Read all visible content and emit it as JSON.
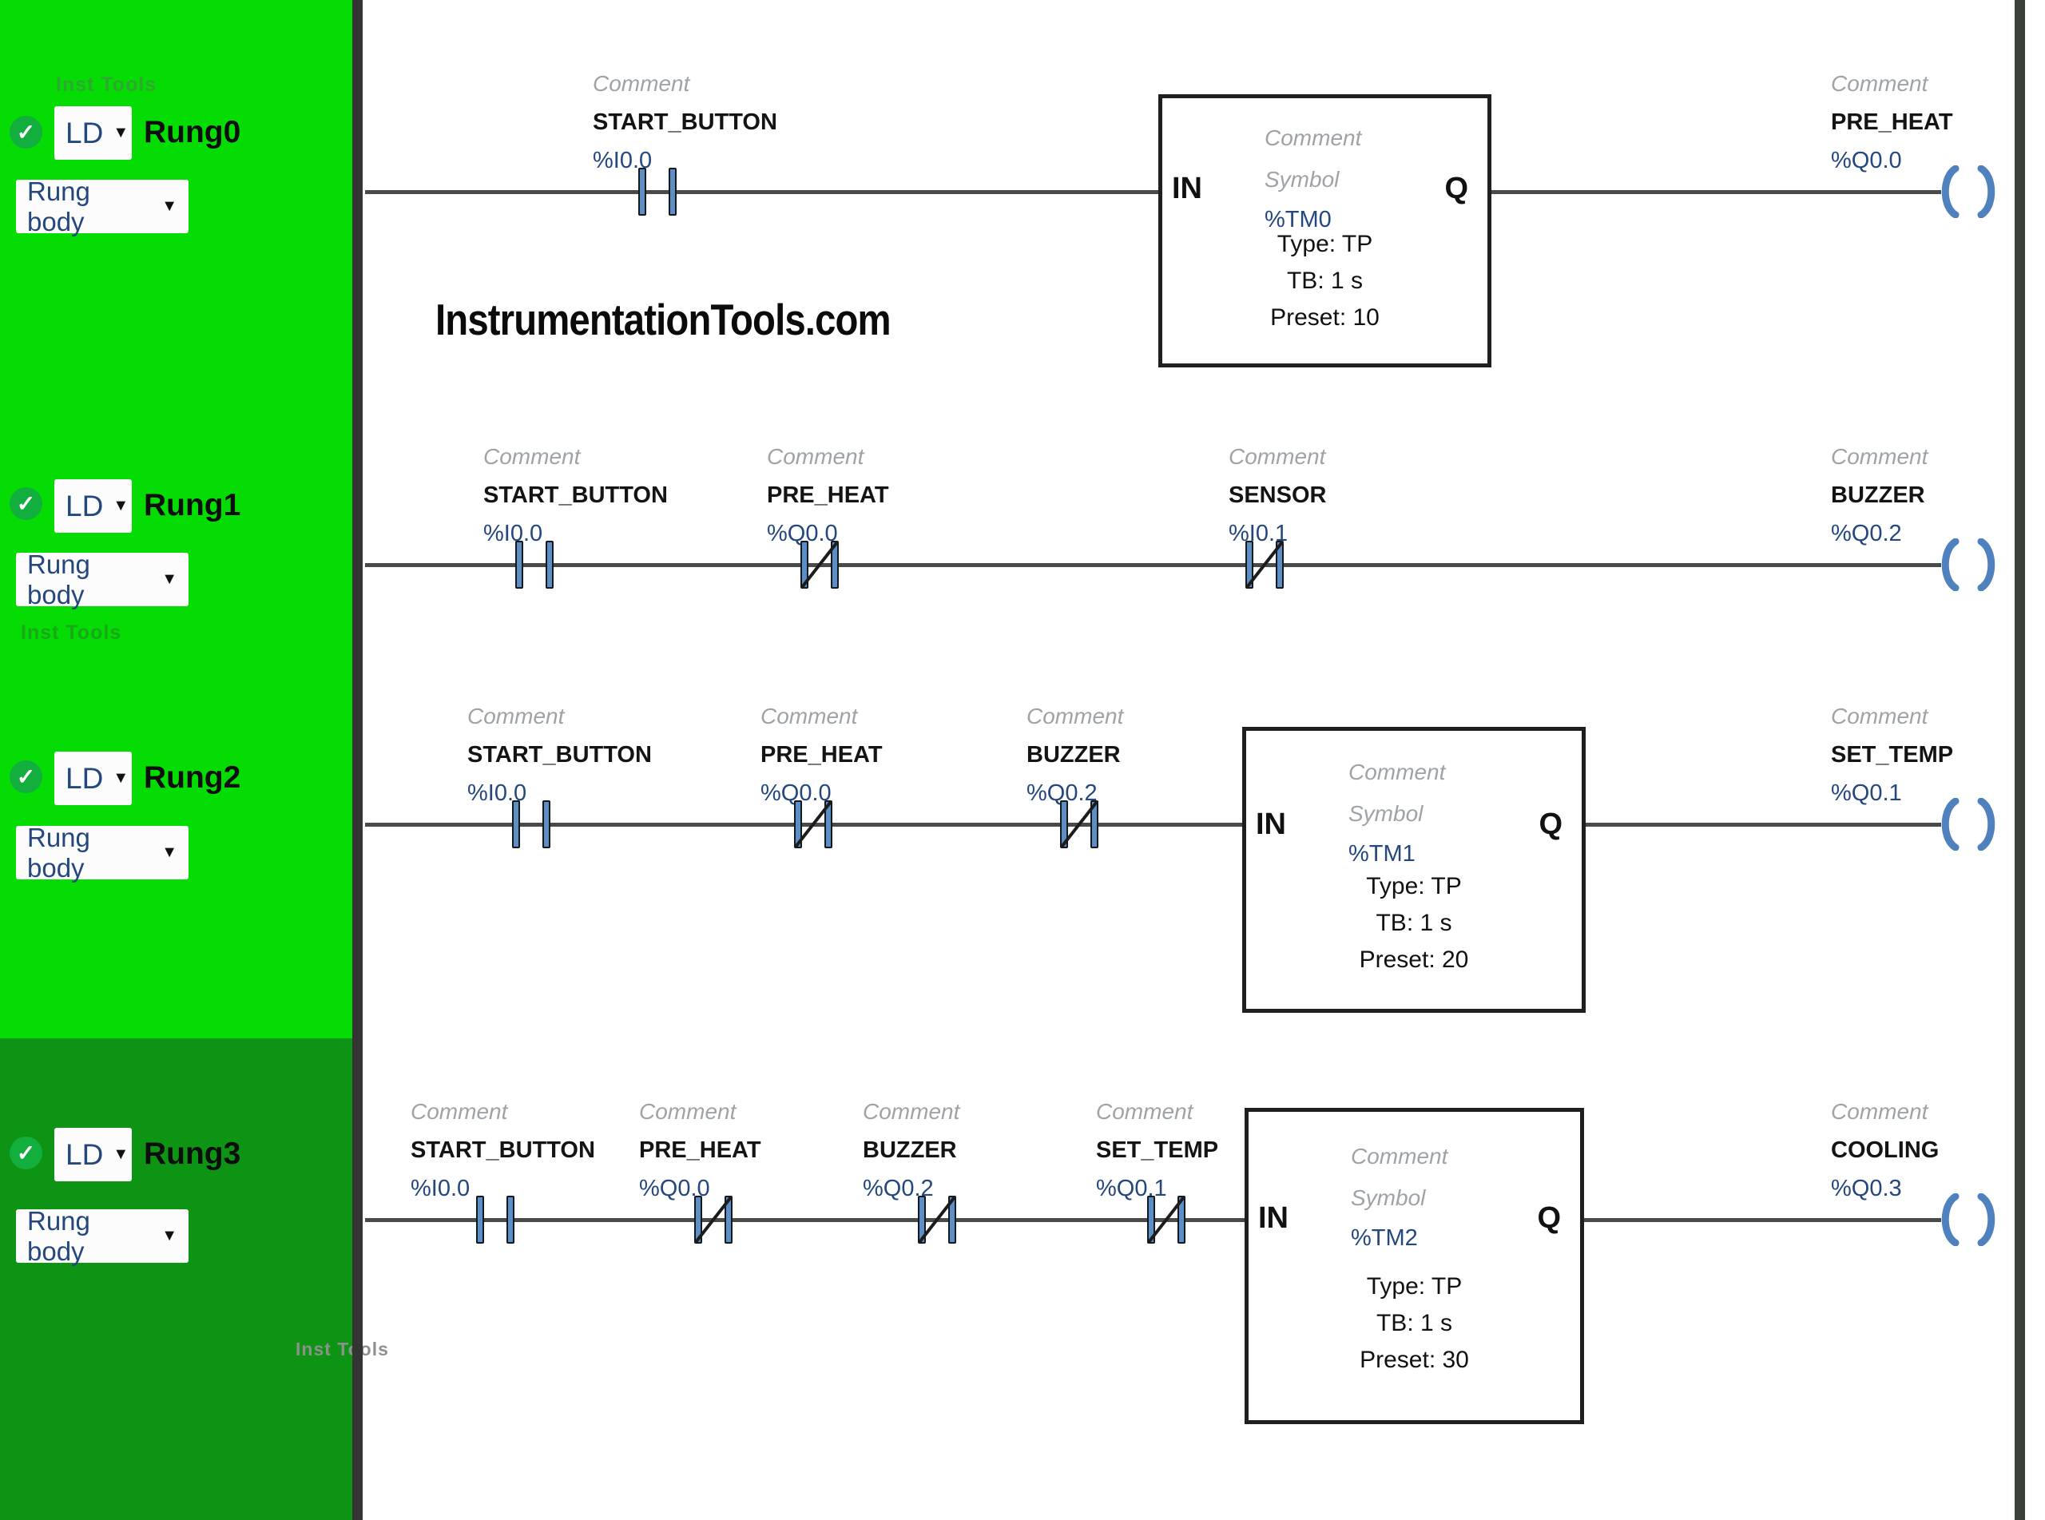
{
  "icons": {
    "check": "✓",
    "dropdown": "▼"
  },
  "watermarks": {
    "site": "InstrumentationTools.com",
    "small": "Inst Tools"
  },
  "colors": {
    "sidebar_green": "#04DC04",
    "sidebar_dark_green": "#0E9414",
    "contact_blue": "#5D8FC7",
    "wire_gray": "#4A4A4A",
    "address_navy": "#24477E"
  },
  "rungs": [
    {
      "header": {
        "lang": "LD",
        "name": "Rung0",
        "body": "Rung body"
      },
      "contacts": [
        {
          "kind": "no",
          "comment": "Comment",
          "label": "START_BUTTON",
          "address": "%I0.0"
        }
      ],
      "timer": {
        "comment": "Comment",
        "symbol": "Symbol",
        "address": "%TM0",
        "in_label": "IN",
        "q_label": "Q",
        "type_line": "Type: TP",
        "tb_line": "TB: 1 s",
        "preset_line": "Preset: 10"
      },
      "coil": {
        "comment": "Comment",
        "label": "PRE_HEAT",
        "address": "%Q0.0"
      }
    },
    {
      "header": {
        "lang": "LD",
        "name": "Rung1",
        "body": "Rung body"
      },
      "contacts": [
        {
          "kind": "no",
          "comment": "Comment",
          "label": "START_BUTTON",
          "address": "%I0.0"
        },
        {
          "kind": "nc",
          "comment": "Comment",
          "label": "PRE_HEAT",
          "address": "%Q0.0"
        },
        {
          "kind": "nc",
          "comment": "Comment",
          "label": "SENSOR",
          "address": "%I0.1"
        }
      ],
      "coil": {
        "comment": "Comment",
        "label": "BUZZER",
        "address": "%Q0.2"
      }
    },
    {
      "header": {
        "lang": "LD",
        "name": "Rung2",
        "body": "Rung body"
      },
      "contacts": [
        {
          "kind": "no",
          "comment": "Comment",
          "label": "START_BUTTON",
          "address": "%I0.0"
        },
        {
          "kind": "nc",
          "comment": "Comment",
          "label": "PRE_HEAT",
          "address": "%Q0.0"
        },
        {
          "kind": "nc",
          "comment": "Comment",
          "label": "BUZZER",
          "address": "%Q0.2"
        }
      ],
      "timer": {
        "comment": "Comment",
        "symbol": "Symbol",
        "address": "%TM1",
        "in_label": "IN",
        "q_label": "Q",
        "type_line": "Type: TP",
        "tb_line": "TB: 1 s",
        "preset_line": "Preset: 20"
      },
      "coil": {
        "comment": "Comment",
        "label": "SET_TEMP",
        "address": "%Q0.1"
      }
    },
    {
      "header": {
        "lang": "LD",
        "name": "Rung3",
        "body": "Rung body"
      },
      "contacts": [
        {
          "kind": "no",
          "comment": "Comment",
          "label": "START_BUTTON",
          "address": "%I0.0"
        },
        {
          "kind": "nc",
          "comment": "Comment",
          "label": "PRE_HEAT",
          "address": "%Q0.0"
        },
        {
          "kind": "nc",
          "comment": "Comment",
          "label": "BUZZER",
          "address": "%Q0.2"
        },
        {
          "kind": "nc",
          "comment": "Comment",
          "label": "SET_TEMP",
          "address": "%Q0.1"
        }
      ],
      "timer": {
        "comment": "Comment",
        "symbol": "Symbol",
        "address": "%TM2",
        "in_label": "IN",
        "q_label": "Q",
        "type_line": "Type: TP",
        "tb_line": "TB: 1 s",
        "preset_line": "Preset: 30"
      },
      "coil": {
        "comment": "Comment",
        "label": "COOLING",
        "address": "%Q0.3"
      }
    }
  ]
}
